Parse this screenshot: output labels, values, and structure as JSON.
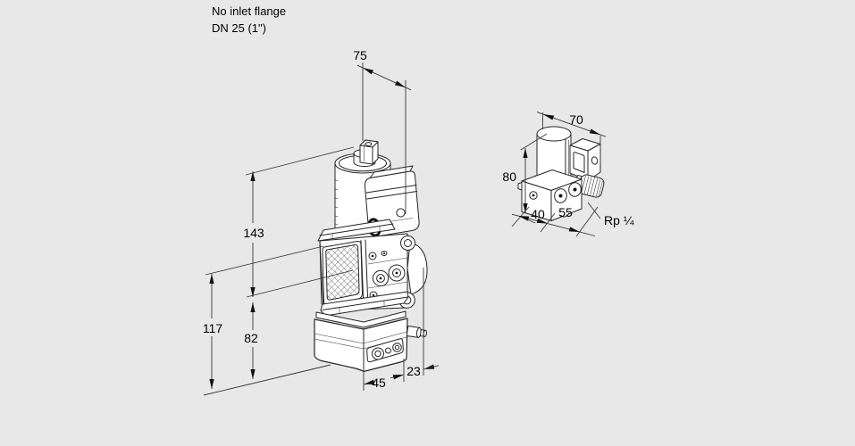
{
  "note": {
    "line1": "No inlet flange",
    "line2": "DN 25 (1\")"
  },
  "main_valve": {
    "description": "pressure regulator with solenoid valve, isometric view",
    "dim_depth": "75",
    "dim_height_upper": "143",
    "dim_height_total": "117",
    "dim_height_lower": "82",
    "dim_base_width": "45",
    "dim_flange_offset": "23"
  },
  "aux_valve": {
    "description": "small solenoid valve, isometric view",
    "dim_width": "70",
    "dim_height": "80",
    "dim_base_front": "40",
    "dim_base_side": "55",
    "thread_label": "Rp ¼"
  },
  "colors": {
    "background": "#e8e8e8",
    "line": "#262626",
    "text": "#000000"
  }
}
